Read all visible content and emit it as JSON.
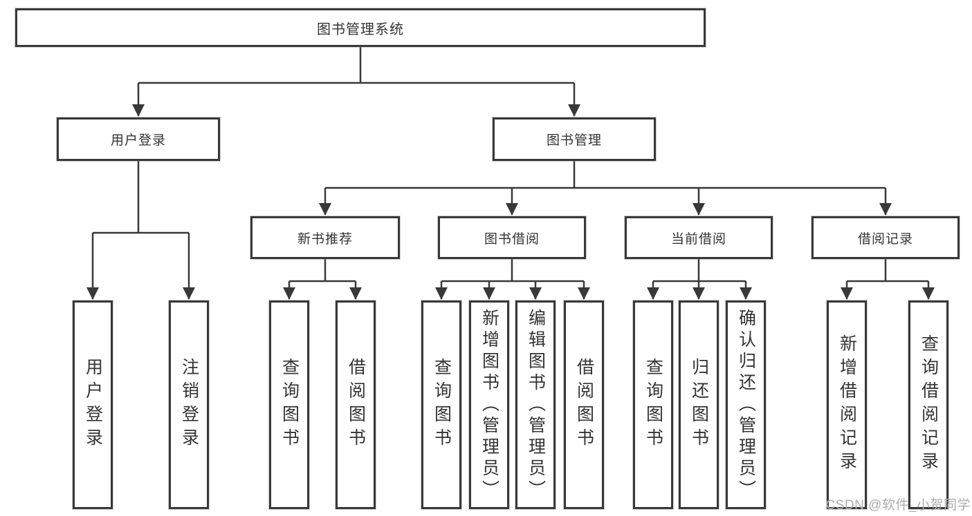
{
  "nodes": {
    "root": "图书管理系统",
    "user_login": "用户登录",
    "book_management": "图书管理",
    "new_book_recommend": "新书推荐",
    "book_borrow": "图书借阅",
    "current_borrow": "当前借阅",
    "borrow_records": "借阅记录",
    "leaf_user_login": "用户登录",
    "leaf_logout": "注销登录",
    "leaf_query_books_a": "查询图书",
    "leaf_borrow_books_a": "借阅图书",
    "leaf_query_books_b": "查询图书",
    "leaf_add_book_admin": "新增图书（管理员）",
    "leaf_edit_book_admin": "编辑图书（管理员）",
    "leaf_borrow_books_b": "借阅图书",
    "leaf_query_books_c": "查询图书",
    "leaf_return_book": "归还图书",
    "leaf_confirm_return_admin": "确认归还（管理员）",
    "leaf_add_borrow_record": "新增借阅记录",
    "leaf_query_borrow_record": "查询借阅记录"
  },
  "watermark": "CSDN @软件_小贺同学",
  "colors": {
    "line": "#383838",
    "text": "#333333",
    "watermark": "#adadad"
  }
}
